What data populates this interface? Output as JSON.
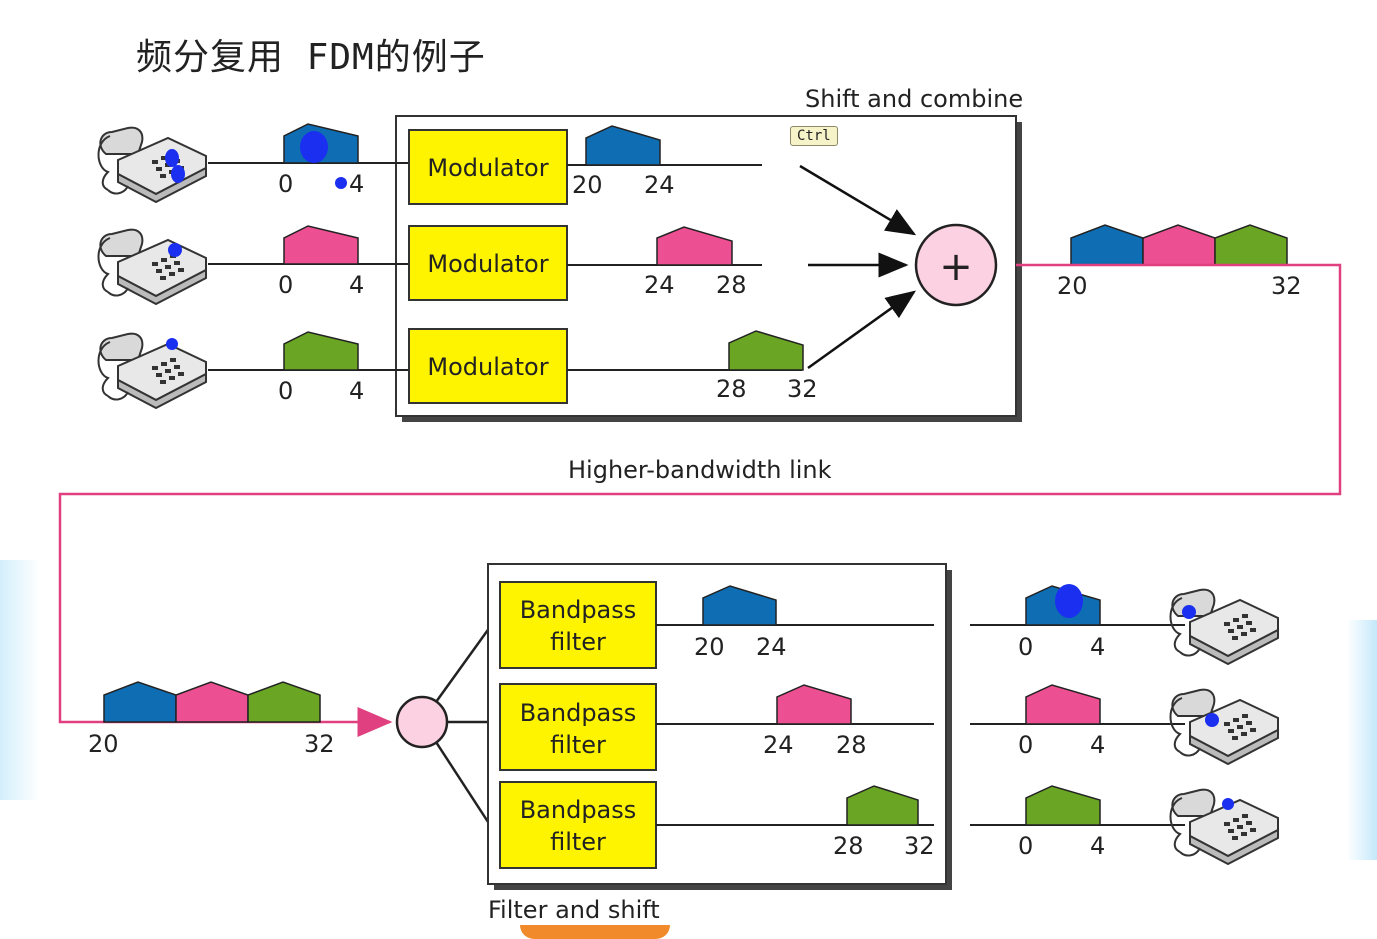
{
  "title": "频分复用 FDM的例子",
  "labels": {
    "shift_combine": "Shift and combine",
    "higher_bandwidth_link": "Higher-bandwidth link",
    "filter_shift": "Filter and shift",
    "ctrl_key": "Ctrl",
    "plus": "+"
  },
  "modulator_label": "Modulator",
  "bandpass_label_line1": "Bandpass",
  "bandpass_label_line2": "filter",
  "input_ticks": [
    "0",
    "4"
  ],
  "shifted_channels": [
    {
      "low": "20",
      "high": "24",
      "color": "#0f6eb3"
    },
    {
      "low": "24",
      "high": "28",
      "color": "#ec4f92"
    },
    {
      "low": "28",
      "high": "32",
      "color": "#6aa524"
    }
  ],
  "combined_band": {
    "low": "20",
    "high": "32"
  },
  "colors": {
    "blue": "#0f6eb3",
    "pink": "#ec4f92",
    "green": "#6aa524",
    "box_yellow": "#fef400",
    "link_pink": "#e0407f",
    "node_pink": "#fcd1e1",
    "annotation_blue": "#1a2ff0"
  }
}
